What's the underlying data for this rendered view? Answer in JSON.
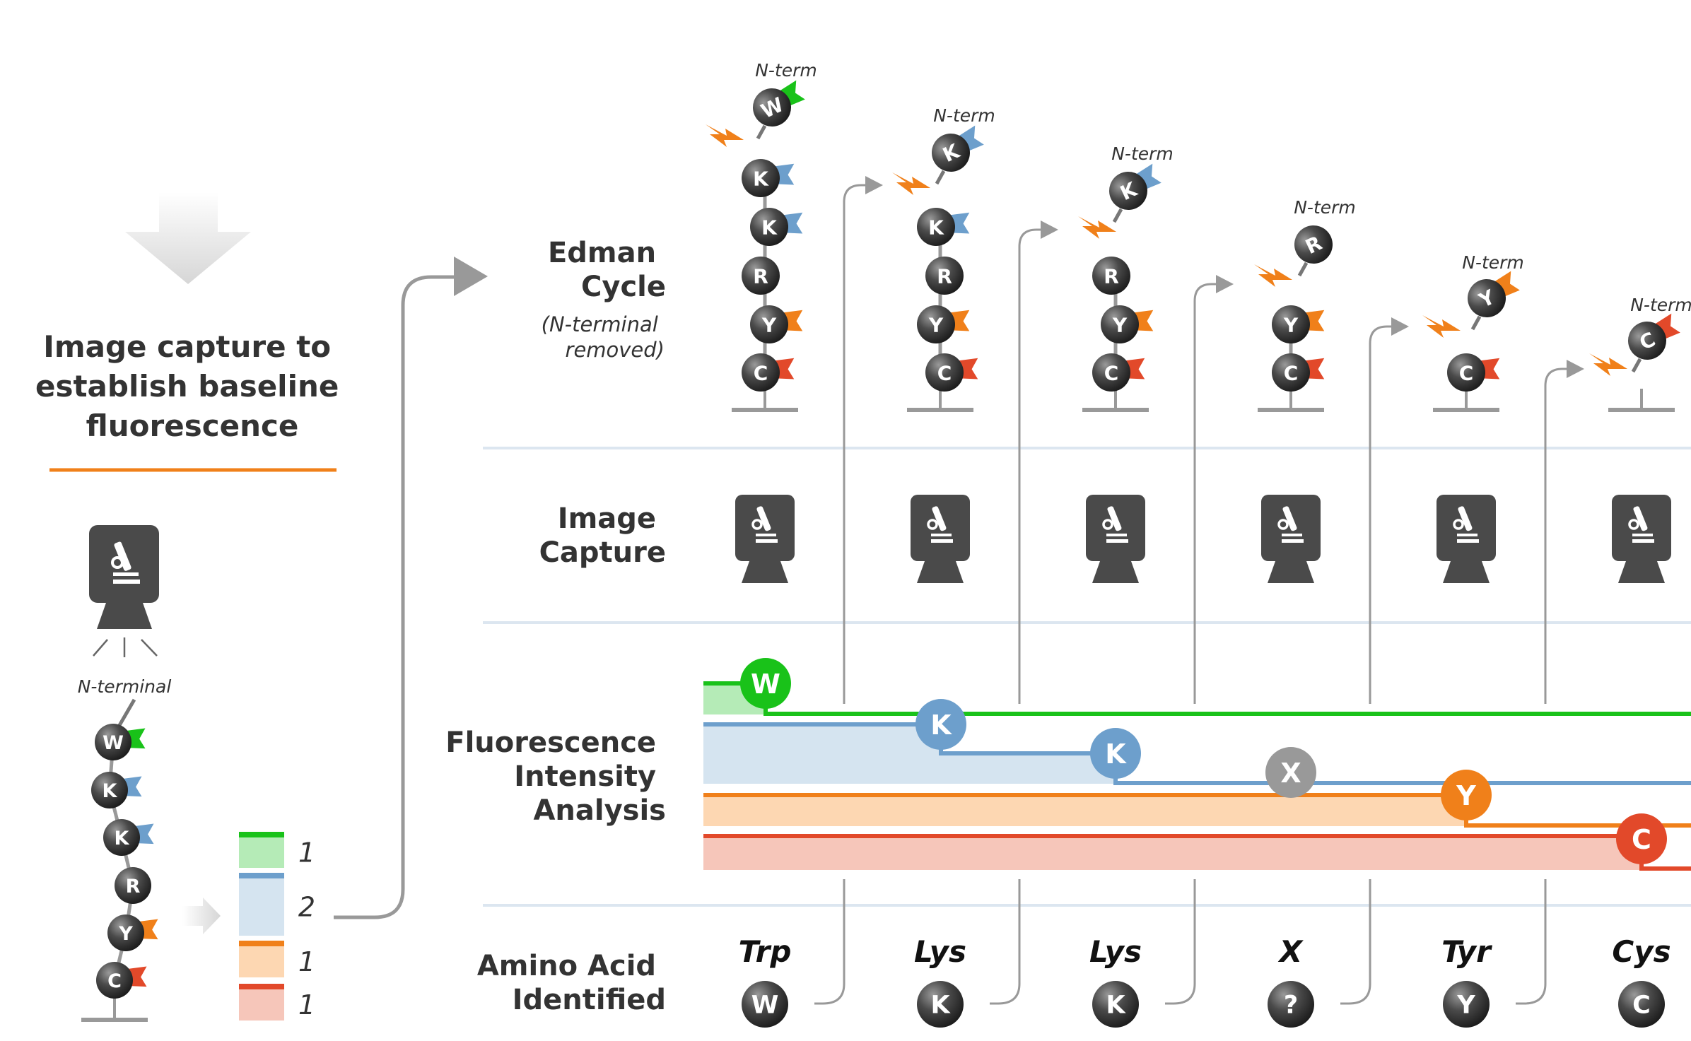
{
  "baseline": {
    "title_lines": [
      "Image capture to",
      "establish baseline",
      "fluorescence"
    ],
    "nterm_label": "N-terminal",
    "peptide": [
      {
        "letter": "W",
        "flag": "green"
      },
      {
        "letter": "K",
        "flag": "blue"
      },
      {
        "letter": "K",
        "flag": "blue"
      },
      {
        "letter": "R",
        "flag": null
      },
      {
        "letter": "Y",
        "flag": "orange"
      },
      {
        "letter": "C",
        "flag": "red"
      }
    ],
    "legend": [
      {
        "color": "green",
        "count": "1"
      },
      {
        "color": "blue",
        "count": "2"
      },
      {
        "color": "orange",
        "count": "1"
      },
      {
        "color": "red",
        "count": "1"
      }
    ]
  },
  "rows": {
    "edman_title": [
      "Edman",
      "Cycle"
    ],
    "edman_sub": [
      "(N-terminal",
      "removed)"
    ],
    "image_title": [
      "Image",
      "Capture"
    ],
    "fluor_title": [
      "Fluorescence",
      "Intensity",
      "Analysis"
    ],
    "amino_title": [
      "Amino Acid",
      "Identified"
    ]
  },
  "cycles": [
    {
      "nterm": "N-term",
      "removed": {
        "letter": "W",
        "flag": "green"
      },
      "chain": [
        {
          "letter": "K",
          "flag": "blue"
        },
        {
          "letter": "K",
          "flag": "blue"
        },
        {
          "letter": "R",
          "flag": null
        },
        {
          "letter": "Y",
          "flag": "orange"
        },
        {
          "letter": "C",
          "flag": "red"
        }
      ]
    },
    {
      "nterm": "N-term",
      "removed": {
        "letter": "K",
        "flag": "blue"
      },
      "chain": [
        {
          "letter": "K",
          "flag": "blue"
        },
        {
          "letter": "R",
          "flag": null
        },
        {
          "letter": "Y",
          "flag": "orange"
        },
        {
          "letter": "C",
          "flag": "red"
        }
      ]
    },
    {
      "nterm": "N-term",
      "removed": {
        "letter": "K",
        "flag": "blue"
      },
      "chain": [
        {
          "letter": "R",
          "flag": null
        },
        {
          "letter": "Y",
          "flag": "orange"
        },
        {
          "letter": "C",
          "flag": "red"
        }
      ]
    },
    {
      "nterm": "N-term",
      "removed": {
        "letter": "R",
        "flag": null
      },
      "chain": [
        {
          "letter": "Y",
          "flag": "orange"
        },
        {
          "letter": "C",
          "flag": "red"
        }
      ]
    },
    {
      "nterm": "N-term",
      "removed": {
        "letter": "Y",
        "flag": "orange"
      },
      "chain": [
        {
          "letter": "C",
          "flag": "red"
        }
      ]
    },
    {
      "nterm": "N-term",
      "removed": {
        "letter": "C",
        "flag": "red"
      },
      "chain": []
    }
  ],
  "fluorescence_markers": [
    {
      "letter": "W",
      "color": "green"
    },
    {
      "letter": "K",
      "color": "blue"
    },
    {
      "letter": "K",
      "color": "blue"
    },
    {
      "letter": "X",
      "color": "gray"
    },
    {
      "letter": "Y",
      "color": "orange"
    },
    {
      "letter": "C",
      "color": "red"
    }
  ],
  "identified": [
    {
      "name": "Trp",
      "letter": "W"
    },
    {
      "name": "Lys",
      "letter": "K"
    },
    {
      "name": "Lys",
      "letter": "K"
    },
    {
      "name": "X",
      "letter": "?"
    },
    {
      "name": "Tyr",
      "letter": "Y"
    },
    {
      "name": "Cys",
      "letter": "C"
    }
  ],
  "colors": {
    "green": "#19c219",
    "blue": "#6d9fcc",
    "orange": "#f0801a",
    "red": "#e2492a",
    "gray": "#999999",
    "green_fill": "#b5ebb7",
    "blue_fill": "#d5e4f0",
    "orange_fill": "#fdd7b2",
    "red_fill": "#f6c6ba",
    "lightning": "#f0801a",
    "sphere_dark": "#333333",
    "separator": "#dce6f0",
    "divider": "#f0801a"
  }
}
